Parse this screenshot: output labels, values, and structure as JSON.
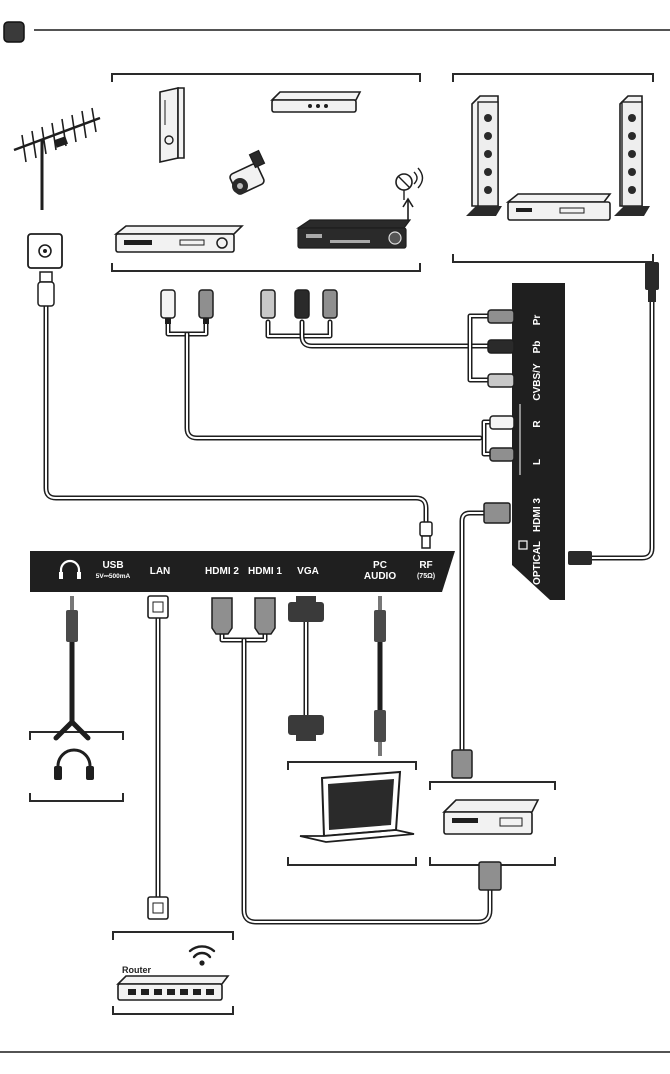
{
  "panel_colors": {
    "panel": "#1f1f1f",
    "text": "#ffffff",
    "cable": "#1e1e1e",
    "rca_red": "#8f8f8f",
    "rca_white": "#f4f4f4",
    "rca_yellow": "#c8c8c8"
  },
  "bottom_panel": {
    "ports": {
      "headphone": "headphone-icon",
      "usb": "USB",
      "usb_rating": "5V⎓500mA",
      "lan": "LAN",
      "hdmi2": "HDMI 2",
      "hdmi1": "HDMI 1",
      "vga": "VGA",
      "pc_audio_1": "PC",
      "pc_audio_2": "AUDIO",
      "rf": "RF",
      "rf_ohm": "(75Ω)"
    }
  },
  "side_panel": {
    "ports": {
      "pr": "Pr",
      "pb": "Pb",
      "cvbs": "CVBS/Y",
      "r": "R",
      "l": "L",
      "hdmi3": "HDMI 3",
      "optical": "OPTICAL"
    }
  },
  "devices": {
    "router_label": "Router"
  }
}
